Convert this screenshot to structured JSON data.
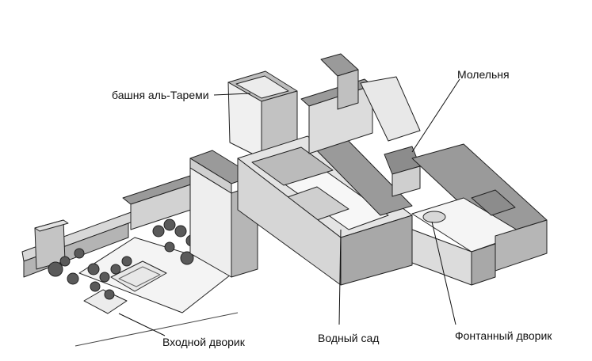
{
  "labels": {
    "tower": "башня аль-Тареми",
    "oratory": "Молельня",
    "entrance_court": "Входной дворик",
    "water_garden": "Водный сад",
    "fountain_court": "Фонтанный дворик"
  },
  "colors": {
    "stroke": "#222222",
    "roof": "#9a9a9a",
    "wall_light": "#e6e6e6",
    "wall_mid": "#c6c6c6",
    "wall_dark": "#8c8c8c",
    "court": "#f3f3f3",
    "tree": "#5a5a5a"
  }
}
